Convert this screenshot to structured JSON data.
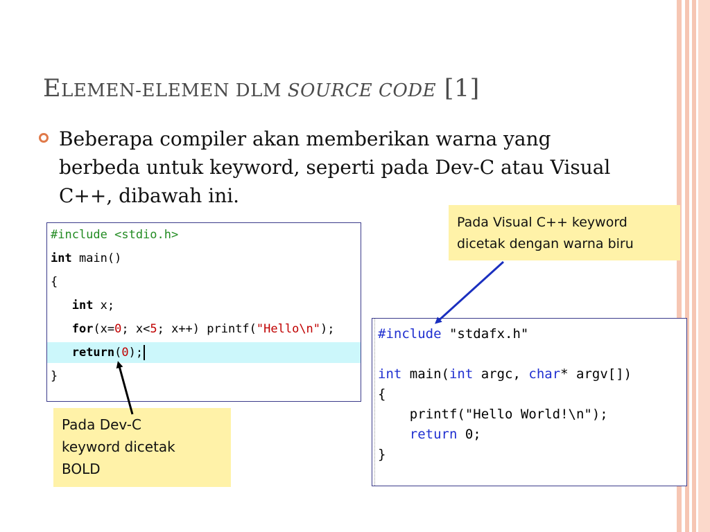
{
  "slide": {
    "title_first_letter": "E",
    "title_rest": "lemen-elemen dlm ",
    "title_italic": "source code",
    "title_suffix": " [1]",
    "bullet": "Beberapa compiler akan memberikan warna yang berbeda untuk keyword, seperti pada Dev-C atau Visual C++, dibawah ini."
  },
  "devc_code": {
    "line1_directive": "#include <stdio.h>",
    "line2_kw": "int",
    "line2_rest": " main()",
    "line3": "{",
    "line4_indent": "   ",
    "line4_kw": "int",
    "line4_rest": " x;",
    "line5_indent": "   ",
    "line5_kw": "for",
    "line5_a": "(x=",
    "line5_num1": "0",
    "line5_b": "; x<",
    "line5_num2": "5",
    "line5_c": "; x++) printf(",
    "line5_str": "\"Hello\\n\"",
    "line5_d": ");",
    "line6_indent": "   ",
    "line6_kw": "return",
    "line6_a": "(",
    "line6_num": "0",
    "line6_b": ");",
    "line7": "}"
  },
  "vc_code": {
    "line1_kw": "#include",
    "line1_rest": " \"stdafx.h\"",
    "line3_kw1": "int",
    "line3_a": " main(",
    "line3_kw2": "int",
    "line3_b": " argc, ",
    "line3_kw3": "char",
    "line3_c": "* argv[])",
    "line4": "{",
    "line5": "    printf(\"Hello World!\\n\");",
    "line6_indent": "    ",
    "line6_kw": "return",
    "line6_rest": " 0;",
    "line7": "}"
  },
  "callouts": {
    "vc_line1": "Pada Visual C++ keyword",
    "vc_line2": "dicetak dengan warna biru",
    "devc_line1": "Pada Dev-C",
    "devc_line2": "keyword dicetak",
    "devc_line3": "BOLD"
  },
  "colors": {
    "stripe": "#f6c6b3",
    "bullet_marker": "#e07a4a",
    "callout_bg": "#fff2a8",
    "devc_highlight": "#ccf7fb",
    "vc_keyword": "#1f2fd0",
    "devc_directive": "#228b22",
    "devc_number_string": "#c00000"
  }
}
